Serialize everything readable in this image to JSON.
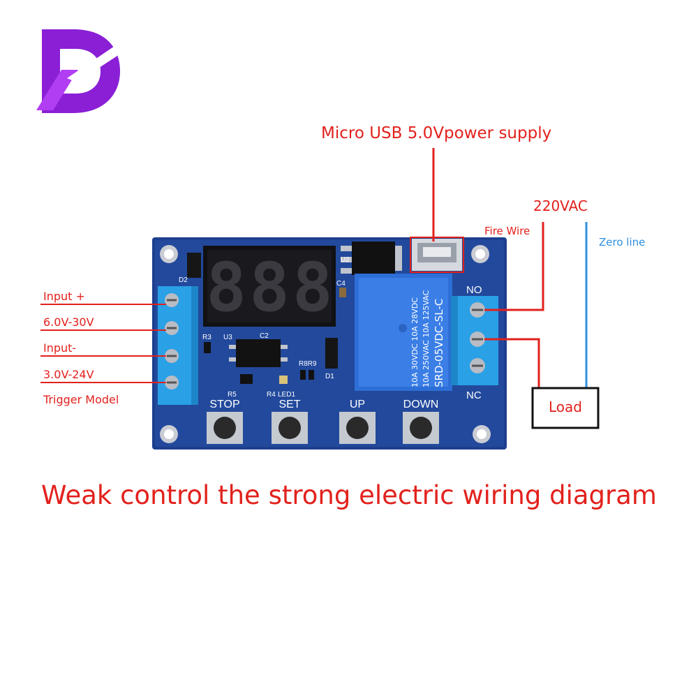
{
  "colors": {
    "accent_red": "#e2211c",
    "neutral_blue": "#2f8fe0",
    "pcb_blue": "#1d3f8f",
    "terminal_blue": "#2aa0e6",
    "display_red": "#ff3b30",
    "logo_purple": "#8a1fd6"
  },
  "labels": {
    "usb": "Micro USB 5.0Vpower supply",
    "vac": "220VAC",
    "fire": "Fire Wire",
    "zero": "Zero line",
    "load": "Load",
    "input_plus": "Input +",
    "range1": "6.0V-30V",
    "input_minus": "Input-",
    "range2": "3.0V-24V",
    "trigger": "Trigger Model",
    "caption": "Weak control the strong electric wiring diagram"
  },
  "board": {
    "display": "888",
    "buttons": [
      "STOP",
      "SET",
      "UP",
      "DOWN"
    ],
    "no": "NO",
    "nc": "NC",
    "relay_lines": [
      "SRD-05VDC-SL-C",
      "10A 250VAC  10A 125VAC",
      "10A 30VDC  10A 28VDC"
    ],
    "silk": {
      "d2": "D2",
      "u2": "U2",
      "c4": "C4",
      "u3": "U3",
      "c2": "C2",
      "r3": "R3",
      "r5": "R5",
      "r4": "R4",
      "led1": "LED1",
      "r8r9": "R8R9",
      "d1": "D1"
    }
  }
}
